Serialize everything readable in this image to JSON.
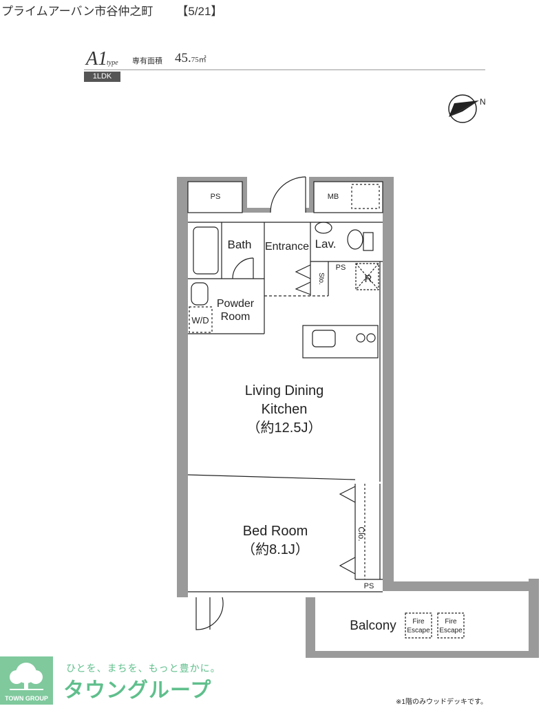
{
  "header": {
    "title": "プライムアーバン市谷仲之町",
    "page": "【5/21】"
  },
  "type_info": {
    "type_letter": "A1",
    "type_suffix": "type",
    "area_label": "専有面積",
    "area_number": "45.",
    "area_decimal": "75㎡",
    "layout_badge": "1LDK"
  },
  "compass": {
    "label": "N"
  },
  "rooms": {
    "ps_top": "PS",
    "mb": "MB",
    "bath": "Bath",
    "entrance": "Entrance",
    "lav": "Lav.",
    "ps_mid": "PS",
    "sto": "Sto.",
    "r": "R",
    "powder_line1": "Powder",
    "powder_line2": "Room",
    "wd": "W/D",
    "ldk_line1": "Living Dining",
    "ldk_line2": "Kitchen",
    "ldk_line3": "（約12.5J）",
    "bed_line1": "Bed Room",
    "bed_line2": "（約8.1J）",
    "clo": "Clo.",
    "ps_bottom": "PS",
    "balcony": "Balcony",
    "fire_1_line1": "Fire",
    "fire_1_line2": "Escape",
    "fire_2_line1": "Fire",
    "fire_2_line2": "Escape"
  },
  "logo": {
    "tagline": "ひとを、まちを、もっと豊かに。",
    "name": "タウングループ",
    "english": "TOWN GROUP"
  },
  "footnote": "※1階のみウッドデッキです。",
  "colors": {
    "wall": "#9a9a9a",
    "accent": "#5fbf8c",
    "badge": "#555555"
  }
}
